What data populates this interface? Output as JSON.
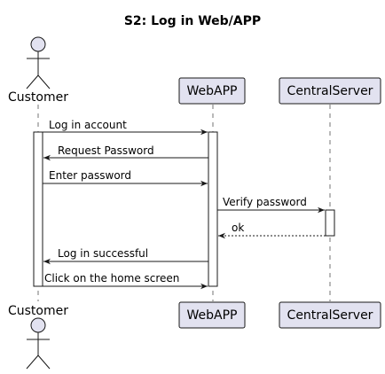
{
  "title": "S2: Log in Web/APP",
  "participants": {
    "customer": {
      "label": "Customer",
      "kind": "actor"
    },
    "webapp": {
      "label": "WebAPP",
      "kind": "participant"
    },
    "server": {
      "label": "CentralServer",
      "kind": "participant"
    }
  },
  "messages": [
    {
      "from": "Customer",
      "to": "WebAPP",
      "text": "Log in account",
      "style": "solid"
    },
    {
      "from": "WebAPP",
      "to": "Customer",
      "text": "Request Password",
      "style": "solid"
    },
    {
      "from": "Customer",
      "to": "WebAPP",
      "text": "Enter password",
      "style": "solid"
    },
    {
      "from": "WebAPP",
      "to": "CentralServer",
      "text": "Verify password",
      "style": "solid"
    },
    {
      "from": "CentralServer",
      "to": "WebAPP",
      "text": "ok",
      "style": "dashed"
    },
    {
      "from": "WebAPP",
      "to": "Customer",
      "text": "Log in successful",
      "style": "solid"
    },
    {
      "from": "Customer",
      "to": "WebAPP",
      "text": "Click on the home screen",
      "style": "solid"
    }
  ],
  "colors": {
    "participant_fill": "#e2e2f0",
    "participant_border": "#181818",
    "activation_fill": "#ffffff",
    "lifeline": "#181818"
  }
}
